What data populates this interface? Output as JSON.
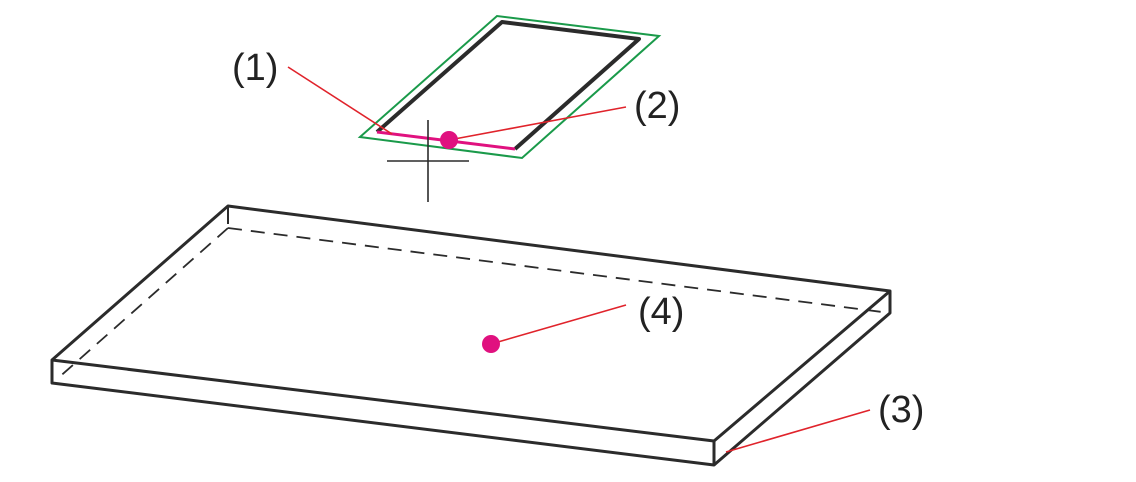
{
  "labels": {
    "l1": "(1)",
    "l2": "(2)",
    "l3": "(3)",
    "l4": "(4)"
  },
  "colors": {
    "outline": "#2b2b2b",
    "frame": "#1a9a4a",
    "highlight": "#e0117f",
    "leader": "#e0232b"
  }
}
